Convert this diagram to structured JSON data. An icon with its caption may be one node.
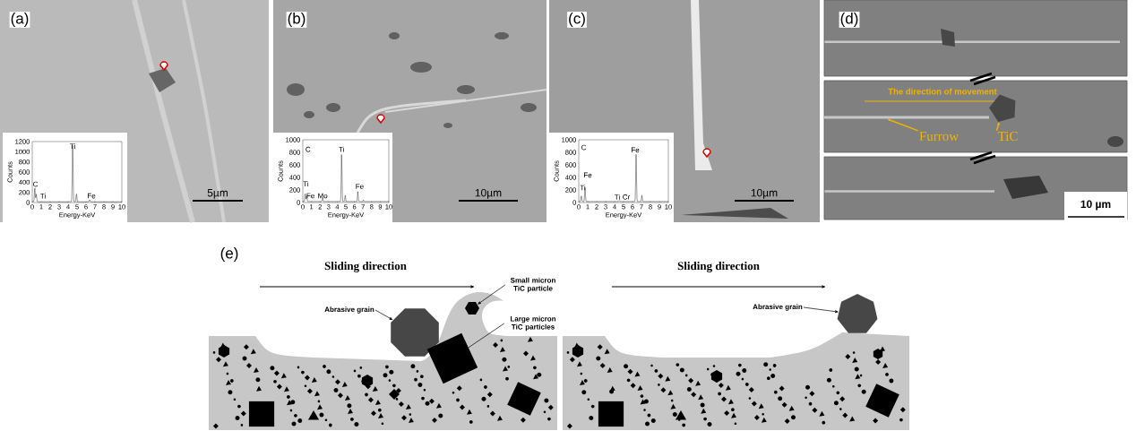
{
  "diagram": {
    "nodes": [
      {
        "text": [
          "Furrow"
        ]
      },
      {
        "text": [],
        "shape": "line"
      },
      {
        "text": [
          "TiC"
        ]
      },
      {
        "text": [],
        "shape": "polygon"
      },
      {
        "text": [
          "Abrasive grain"
        ]
      },
      {
        "text": [],
        "shape": "octagon"
      },
      {
        "text": [
          "Small micron TiC particle"
        ]
      },
      {
        "text": [],
        "shape": "hexagon"
      },
      {
        "text": [
          "Large micron TiC particles"
        ]
      },
      {
        "text": [],
        "shape": "square"
      },
      {
        "text": [
          "Abrasive grain"
        ]
      },
      {
        "text": [],
        "shape": "polygon"
      }
    ],
    "edges": [
      {
        "from": 0,
        "to": 1,
        "arrow": "to",
        "color": "#f0b400"
      },
      {
        "from": 2,
        "to": 3,
        "arrow": "to",
        "color": "#f0b400"
      },
      {
        "from": 4,
        "to": 5,
        "arrow": "to"
      },
      {
        "from": 6,
        "to": 7,
        "arrow": "to"
      },
      {
        "from": 8,
        "to": 9,
        "arrow": "none"
      },
      {
        "from": 10,
        "to": 11,
        "arrow": "to"
      }
    ],
    "labels": [
      "(a)",
      "0",
      "200",
      "400",
      "600",
      "800",
      "1000",
      "1200",
      "0",
      "1",
      "2",
      "3",
      "4",
      "5",
      "6",
      "7",
      "8",
      "9",
      "10",
      "Counts",
      "Energy-KeV",
      "Ti",
      "C",
      "Ti",
      "Fe",
      "5µm",
      "(b)",
      "0",
      "200",
      "400",
      "600",
      "800",
      "1000",
      "0",
      "1",
      "2",
      "3",
      "4",
      "5",
      "6",
      "7",
      "8",
      "9",
      "10",
      "Counts",
      "Energy-KeV",
      "C",
      "Ti",
      "Ti",
      "Fe",
      "Mo",
      "Fe",
      "10µm",
      "(c)",
      "0",
      "200",
      "400",
      "600",
      "800",
      "1000",
      "0",
      "1",
      "2",
      "3",
      "4",
      "5",
      "6",
      "7",
      "8",
      "9",
      "10",
      "Counts",
      "Energy-KeV",
      "C",
      "Fe",
      "Fe",
      "Ti",
      "Ti",
      "Cr",
      "10µm",
      "(d)",
      "The direction of movement",
      "10 µm",
      "(e)",
      "Sliding direction",
      "Sliding direction"
    ]
  }
}
